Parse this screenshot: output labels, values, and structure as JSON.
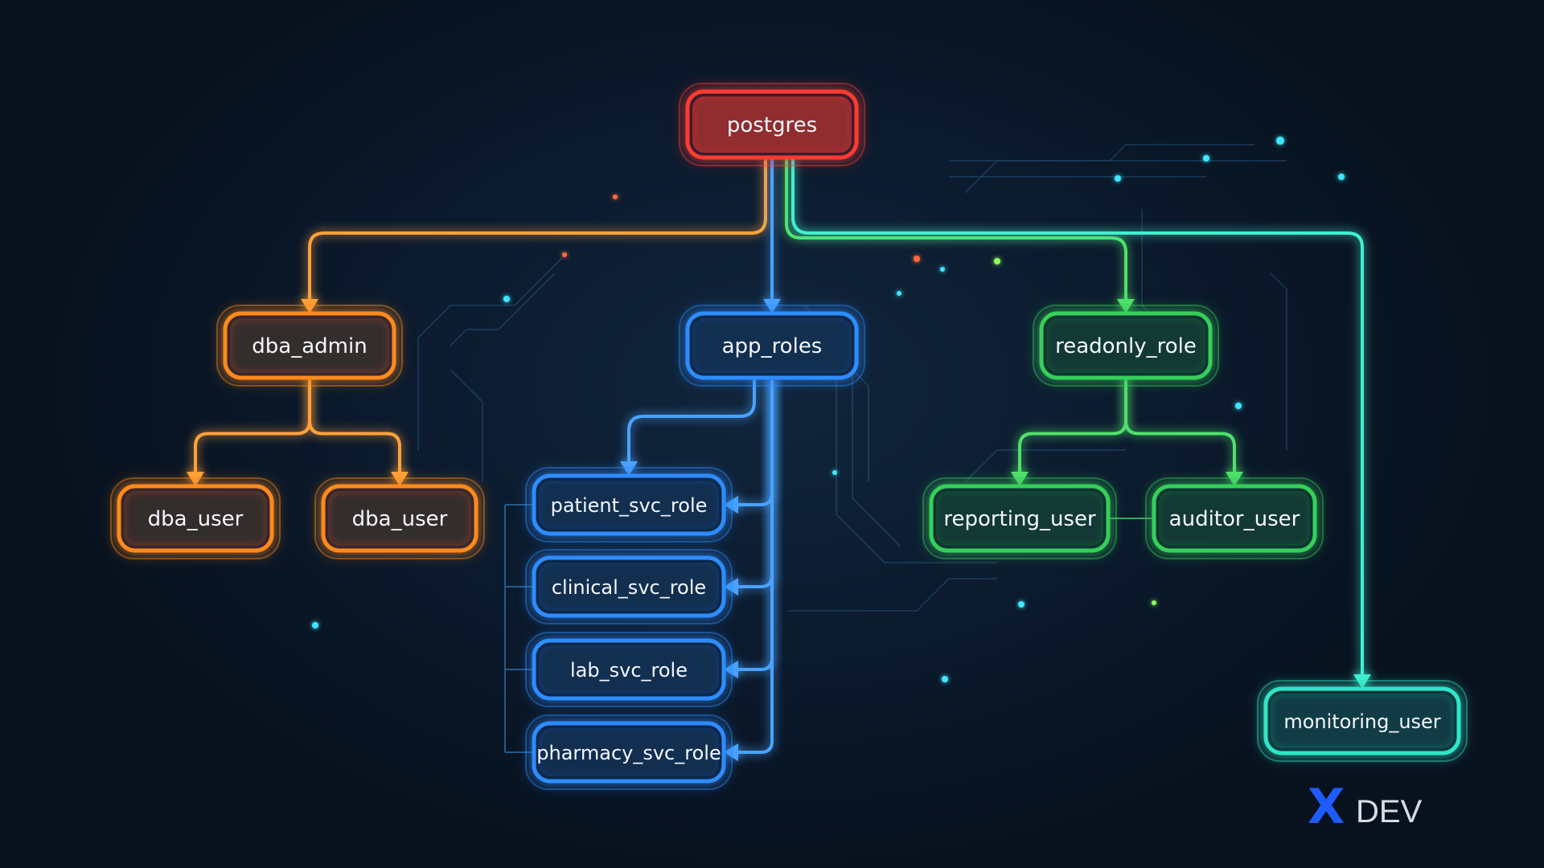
{
  "diagram": {
    "nodes": [
      {
        "id": "postgres",
        "label": "postgres",
        "color": "#ff3b30"
      },
      {
        "id": "dba_admin",
        "label": "dba_admin",
        "color": "#ff8a1f"
      },
      {
        "id": "app_roles",
        "label": "app_roles",
        "color": "#2f8cff"
      },
      {
        "id": "readonly_role",
        "label": "readonly_role",
        "color": "#35d05a"
      },
      {
        "id": "dba_user_1",
        "label": "dba_user",
        "color": "#ff8a1f"
      },
      {
        "id": "dba_user_2",
        "label": "dba_user",
        "color": "#ff8a1f"
      },
      {
        "id": "patient_svc_role",
        "label": "patient_svc_role",
        "color": "#2f8cff"
      },
      {
        "id": "clinical_svc_role",
        "label": "clinical_svc_role",
        "color": "#2f8cff"
      },
      {
        "id": "lab_svc_role",
        "label": "lab_svc_role",
        "color": "#2f8cff"
      },
      {
        "id": "pharmacy_svc_role",
        "label": "pharmacy_svc_role",
        "color": "#2f8cff"
      },
      {
        "id": "reporting_user",
        "label": "reporting_user",
        "color": "#35d05a"
      },
      {
        "id": "auditor_user",
        "label": "auditor_user",
        "color": "#35d05a"
      },
      {
        "id": "monitoring_user",
        "label": "monitoring_user",
        "color": "#2ee6c8"
      }
    ],
    "edges": [
      {
        "from": "postgres",
        "to": "dba_admin",
        "color": "#ffa23a"
      },
      {
        "from": "postgres",
        "to": "app_roles",
        "color": "#4aa3ff"
      },
      {
        "from": "postgres",
        "to": "readonly_role",
        "color": "#4fe06a"
      },
      {
        "from": "postgres",
        "to": "monitoring_user",
        "color": "#3ff0d0"
      },
      {
        "from": "dba_admin",
        "to": "dba_user_1",
        "color": "#ffa23a"
      },
      {
        "from": "dba_admin",
        "to": "dba_user_2",
        "color": "#ffa23a"
      },
      {
        "from": "app_roles",
        "to": "patient_svc_role",
        "color": "#4aa3ff"
      },
      {
        "from": "app_roles",
        "to": "clinical_svc_role",
        "color": "#4aa3ff"
      },
      {
        "from": "app_roles",
        "to": "lab_svc_role",
        "color": "#4aa3ff"
      },
      {
        "from": "app_roles",
        "to": "pharmacy_svc_role",
        "color": "#4aa3ff"
      },
      {
        "from": "readonly_role",
        "to": "reporting_user",
        "color": "#4fe06a"
      },
      {
        "from": "readonly_role",
        "to": "auditor_user",
        "color": "#4fe06a"
      }
    ]
  },
  "watermark": {
    "mark": "X",
    "text": "DEV",
    "mark_color": "#1f5bff",
    "text_color": "#d8dce4"
  }
}
